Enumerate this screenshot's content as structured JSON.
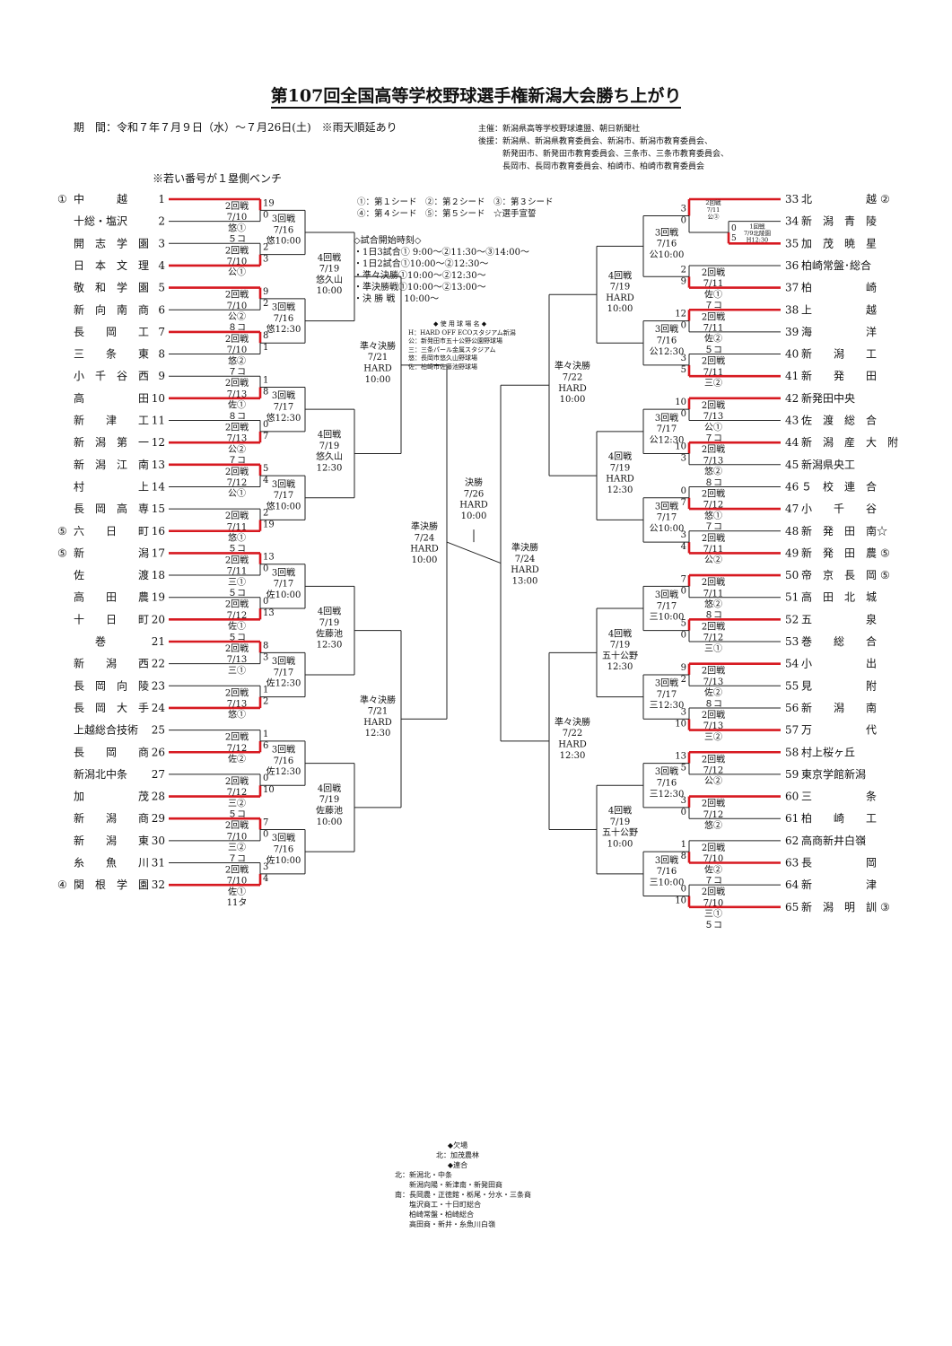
{
  "header": {
    "title": "第107回全国高等学校野球選手権新潟大会勝ち上がり",
    "period": "期　間：令和７年７月９日（水）～７月26日(土)　※雨天順延あり",
    "organizers": [
      "主催：新潟県高等学校野球連盟、朝日新聞社",
      "後援：新潟県、新潟県教育委員会、新潟市、新潟市教育委員会、",
      "　　　新発田市、新発田市教育委員会、三条市、三条市教育委員会、",
      "　　　長岡市、長岡市教育委員会、柏崎市、柏崎市教育委員会"
    ],
    "bench_note": "※若い番号が１塁側ベンチ"
  },
  "legend": {
    "seeds": [
      "①：第１シード　②：第２シード　③：第３シード",
      "④：第４シード　⑤：第５シード　☆選手宣誓"
    ],
    "start_title": "◇試合開始時刻◇",
    "start_times": [
      "・1日3試合① 9:00～②11:30～③14:00～",
      "・1日2試合①10:00～②12:30～",
      "・準々決勝①10:00～②12:30～",
      "・準決勝戦①10:00～②13:00～",
      "・決 勝 戦　10:00～"
    ],
    "venue_title": "◆ 使 用 球 場 名 ◆",
    "venues": [
      "H：HARD OFF ECOスタジアム新潟",
      "公：新発田市五十公野公園野球場",
      "三：三条パール金属スタジアム",
      "悠：長岡市悠久山野球場",
      "佐：柏崎市佐藤池野球場"
    ],
    "absent_title": "◆欠場",
    "absent": "北：加茂農林",
    "joint_title": "◆連合",
    "joint": [
      "北：新潟北・中条",
      "　　新潟向陽・新津南・新発田商",
      "南：長岡農・正徳館・栃尾・分水・三条商",
      "　　塩沢商工・十日町総合",
      "　　柏崎常盤・柏崎総合",
      "　　高田商・新井・糸魚川白嶺"
    ]
  },
  "teams": [
    {
      "n": 1,
      "name": "中　　　越",
      "seed": "①",
      "mark": ""
    },
    {
      "n": 2,
      "name": "十総・塩沢",
      "seed": "",
      "mark": ""
    },
    {
      "n": 3,
      "name": "開　志　学　園",
      "seed": "",
      "mark": ""
    },
    {
      "n": 4,
      "name": "日　本　文　理",
      "seed": "",
      "mark": ""
    },
    {
      "n": 5,
      "name": "敬　和　学　園",
      "seed": "",
      "mark": ""
    },
    {
      "n": 6,
      "name": "新　向　南　商",
      "seed": "",
      "mark": ""
    },
    {
      "n": 7,
      "name": "長　　岡　　工",
      "seed": "",
      "mark": ""
    },
    {
      "n": 8,
      "name": "三　　条　　東",
      "seed": "",
      "mark": ""
    },
    {
      "n": 9,
      "name": "小　千　谷　西",
      "seed": "",
      "mark": ""
    },
    {
      "n": 10,
      "name": "高　　　　　田",
      "seed": "",
      "mark": ""
    },
    {
      "n": 11,
      "name": "新　　津　　工",
      "seed": "",
      "mark": ""
    },
    {
      "n": 12,
      "name": "新　潟　第　一",
      "seed": "",
      "mark": ""
    },
    {
      "n": 13,
      "name": "新　潟　江　南",
      "seed": "",
      "mark": ""
    },
    {
      "n": 14,
      "name": "村　　　　　上",
      "seed": "",
      "mark": ""
    },
    {
      "n": 15,
      "name": "長　岡　高　専",
      "seed": "",
      "mark": ""
    },
    {
      "n": 16,
      "name": "六　　日　　町",
      "seed": "⑤",
      "mark": ""
    },
    {
      "n": 17,
      "name": "新　　　　　潟",
      "seed": "⑤",
      "mark": ""
    },
    {
      "n": 18,
      "name": "佐　　　　　渡",
      "seed": "",
      "mark": ""
    },
    {
      "n": 19,
      "name": "高　　田　　農",
      "seed": "",
      "mark": ""
    },
    {
      "n": 20,
      "name": "十　　日　　町",
      "seed": "",
      "mark": ""
    },
    {
      "n": 21,
      "name": "　　巻　　　",
      "seed": "",
      "mark": ""
    },
    {
      "n": 22,
      "name": "新　　潟　　西",
      "seed": "",
      "mark": ""
    },
    {
      "n": 23,
      "name": "長　岡　向　陵",
      "seed": "",
      "mark": ""
    },
    {
      "n": 24,
      "name": "長　岡　大　手",
      "seed": "",
      "mark": ""
    },
    {
      "n": 25,
      "name": "上越総合技術",
      "seed": "",
      "mark": ""
    },
    {
      "n": 26,
      "name": "長　　岡　　商",
      "seed": "",
      "mark": ""
    },
    {
      "n": 27,
      "name": "新潟北中条",
      "seed": "",
      "mark": ""
    },
    {
      "n": 28,
      "name": "加　　　　　茂",
      "seed": "",
      "mark": ""
    },
    {
      "n": 29,
      "name": "新　　潟　　商",
      "seed": "",
      "mark": ""
    },
    {
      "n": 30,
      "name": "新　　潟　　東",
      "seed": "",
      "mark": ""
    },
    {
      "n": 31,
      "name": "糸　　魚　　川",
      "seed": "",
      "mark": ""
    },
    {
      "n": 32,
      "name": "関　根　学　園",
      "seed": "④",
      "mark": ""
    },
    {
      "n": 33,
      "name": "北　　　　　越",
      "seed": "②",
      "mark": ""
    },
    {
      "n": 34,
      "name": "新　潟　青　陵",
      "seed": "",
      "mark": ""
    },
    {
      "n": 35,
      "name": "加　茂　暁　星",
      "seed": "",
      "mark": ""
    },
    {
      "n": 36,
      "name": "柏崎常盤･総合",
      "seed": "",
      "mark": ""
    },
    {
      "n": 37,
      "name": "柏　　　　　崎",
      "seed": "",
      "mark": ""
    },
    {
      "n": 38,
      "name": "上　　　　　越",
      "seed": "",
      "mark": ""
    },
    {
      "n": 39,
      "name": "海　　　　　洋",
      "seed": "",
      "mark": ""
    },
    {
      "n": 40,
      "name": "新　　潟　　工",
      "seed": "",
      "mark": ""
    },
    {
      "n": 41,
      "name": "新　　発　　田",
      "seed": "",
      "mark": ""
    },
    {
      "n": 42,
      "name": "新発田中央",
      "seed": "",
      "mark": ""
    },
    {
      "n": 43,
      "name": "佐　渡　総　合",
      "seed": "",
      "mark": ""
    },
    {
      "n": 44,
      "name": "新　潟　産　大　附",
      "seed": "",
      "mark": ""
    },
    {
      "n": 45,
      "name": "新潟県央工",
      "seed": "",
      "mark": ""
    },
    {
      "n": 46,
      "name": "５　校　連　合",
      "seed": "",
      "mark": ""
    },
    {
      "n": 47,
      "name": "小　　千　　谷",
      "seed": "",
      "mark": ""
    },
    {
      "n": 48,
      "name": "新　発　田　南",
      "seed": "",
      "mark": "☆"
    },
    {
      "n": 49,
      "name": "新　発　田　農",
      "seed": "⑤",
      "mark": ""
    },
    {
      "n": 50,
      "name": "帝　京　長　岡",
      "seed": "⑤",
      "mark": ""
    },
    {
      "n": 51,
      "name": "高　田　北　城",
      "seed": "",
      "mark": ""
    },
    {
      "n": 52,
      "name": "五　　　　　泉",
      "seed": "",
      "mark": ""
    },
    {
      "n": 53,
      "name": "巻　　総　　合",
      "seed": "",
      "mark": ""
    },
    {
      "n": 54,
      "name": "小　　　　　出",
      "seed": "",
      "mark": ""
    },
    {
      "n": 55,
      "name": "見　　　　　附",
      "seed": "",
      "mark": ""
    },
    {
      "n": 56,
      "name": "新　　潟　　南",
      "seed": "",
      "mark": ""
    },
    {
      "n": 57,
      "name": "万　　　　　代",
      "seed": "",
      "mark": ""
    },
    {
      "n": 58,
      "name": "村上桜ヶ丘",
      "seed": "",
      "mark": ""
    },
    {
      "n": 59,
      "name": "東京学館新潟",
      "seed": "",
      "mark": ""
    },
    {
      "n": 60,
      "name": "三　　　　　条",
      "seed": "",
      "mark": ""
    },
    {
      "n": 61,
      "name": "柏　　崎　　工",
      "seed": "",
      "mark": ""
    },
    {
      "n": 62,
      "name": "高商新井白嶺",
      "seed": "",
      "mark": ""
    },
    {
      "n": 63,
      "name": "長　　　　　岡",
      "seed": "",
      "mark": ""
    },
    {
      "n": 64,
      "name": "新　　　　　津",
      "seed": "",
      "mark": ""
    },
    {
      "n": 65,
      "name": "新　潟　明　訓",
      "seed": "③",
      "mark": ""
    }
  ],
  "r2_left": [
    {
      "a": 1,
      "b": 2,
      "info": [
        "2回戦",
        "7/10",
        "悠①",
        "５コ"
      ],
      "sa": "19",
      "sb": "0",
      "w": "a"
    },
    {
      "a": 3,
      "b": 4,
      "info": [
        "2回戦",
        "7/10",
        "公①",
        ""
      ],
      "sa": "2",
      "sb": "3",
      "w": "b"
    },
    {
      "a": 5,
      "b": 6,
      "info": [
        "2回戦",
        "7/10",
        "公②",
        "８コ"
      ],
      "sa": "9",
      "sb": "2",
      "w": "a"
    },
    {
      "a": 7,
      "b": 8,
      "info": [
        "2回戦",
        "7/10",
        "悠②",
        "７コ"
      ],
      "sa": "8",
      "sb": "1",
      "w": "a"
    },
    {
      "a": 9,
      "b": 10,
      "info": [
        "2回戦",
        "7/13",
        "佐①",
        "８コ"
      ],
      "sa": "1",
      "sb": "8",
      "w": "b"
    },
    {
      "a": 11,
      "b": 12,
      "info": [
        "2回戦",
        "7/13",
        "公②",
        "７コ"
      ],
      "sa": "0",
      "sb": "7",
      "w": "b"
    },
    {
      "a": 13,
      "b": 14,
      "info": [
        "2回戦",
        "7/12",
        "公①",
        ""
      ],
      "sa": "5",
      "sb": "4",
      "w": "a"
    },
    {
      "a": 15,
      "b": 16,
      "info": [
        "2回戦",
        "7/11",
        "悠①",
        "５コ"
      ],
      "sa": "2",
      "sb": "19",
      "w": "b"
    },
    {
      "a": 17,
      "b": 18,
      "info": [
        "2回戦",
        "7/11",
        "三①",
        "５コ"
      ],
      "sa": "13",
      "sb": "0",
      "w": "a"
    },
    {
      "a": 19,
      "b": 20,
      "info": [
        "2回戦",
        "7/12",
        "佐①",
        "５コ"
      ],
      "sa": "0",
      "sb": "13",
      "w": "b"
    },
    {
      "a": 21,
      "b": 22,
      "info": [
        "2回戦",
        "7/13",
        "三①",
        ""
      ],
      "sa": "8",
      "sb": "3",
      "w": "a"
    },
    {
      "a": 23,
      "b": 24,
      "info": [
        "2回戦",
        "7/13",
        "悠①",
        ""
      ],
      "sa": "1",
      "sb": "2",
      "w": "b"
    },
    {
      "a": 25,
      "b": 26,
      "info": [
        "2回戦",
        "7/12",
        "佐②",
        ""
      ],
      "sa": "1",
      "sb": "6",
      "w": "b"
    },
    {
      "a": 27,
      "b": 28,
      "info": [
        "2回戦",
        "7/12",
        "三②",
        "５コ"
      ],
      "sa": "0",
      "sb": "10",
      "w": "b"
    },
    {
      "a": 29,
      "b": 30,
      "info": [
        "2回戦",
        "7/10",
        "三②",
        "７コ"
      ],
      "sa": "7",
      "sb": "0",
      "w": "a"
    },
    {
      "a": 31,
      "b": 32,
      "info": [
        "2回戦",
        "7/10",
        "佐①",
        "11タ"
      ],
      "sa": "3",
      "sb": "4",
      "w": "b"
    }
  ],
  "r3_left": [
    {
      "info": [
        "3回戦",
        "7/16",
        "悠10:00"
      ]
    },
    {
      "info": [
        "3回戦",
        "7/16",
        "悠12:30"
      ]
    },
    {
      "info": [
        "3回戦",
        "7/17",
        "悠12:30"
      ]
    },
    {
      "info": [
        "3回戦",
        "7/17",
        "悠10:00"
      ]
    },
    {
      "info": [
        "3回戦",
        "7/17",
        "佐10:00"
      ]
    },
    {
      "info": [
        "3回戦",
        "7/17",
        "佐12:30"
      ]
    },
    {
      "info": [
        "3回戦",
        "7/16",
        "佐12:30"
      ]
    },
    {
      "info": [
        "3回戦",
        "7/16",
        "佐10:00"
      ]
    }
  ],
  "r4_left": [
    {
      "info": [
        "4回戦",
        "7/19",
        "悠久山",
        "10:00"
      ]
    },
    {
      "info": [
        "4回戦",
        "7/19",
        "悠久山",
        "12:30"
      ]
    },
    {
      "info": [
        "4回戦",
        "7/19",
        "佐藤池",
        "12:30"
      ]
    },
    {
      "info": [
        "4回戦",
        "7/19",
        "佐藤池",
        "10:00"
      ]
    }
  ],
  "r1_right": {
    "info": [
      "1回戦",
      "7/9北陵園",
      "H12:30"
    ],
    "s34": "0",
    "s35": "5"
  },
  "r2_right": [
    {
      "a": 33,
      "b": 34,
      "info": [
        "2回戦",
        "7/11",
        "公③",
        ""
      ],
      "sa": "3",
      "sb": "0",
      "w": "a"
    },
    {
      "a": 36,
      "b": 37,
      "info": [
        "2回戦",
        "7/11",
        "佐①",
        "７コ"
      ],
      "sa": "2",
      "sb": "9",
      "w": "b"
    },
    {
      "a": 38,
      "b": 39,
      "info": [
        "2回戦",
        "7/11",
        "佐②",
        "５コ"
      ],
      "sa": "12",
      "sb": "0",
      "w": "a"
    },
    {
      "a": 40,
      "b": 41,
      "info": [
        "2回戦",
        "7/11",
        "三②",
        ""
      ],
      "sa": "3",
      "sb": "5",
      "w": "b"
    },
    {
      "a": 42,
      "b": 43,
      "info": [
        "2回戦",
        "7/13",
        "公①",
        "７コ"
      ],
      "sa": "10",
      "sb": "0",
      "w": "a"
    },
    {
      "a": 44,
      "b": 45,
      "info": [
        "2回戦",
        "7/13",
        "悠②",
        "８コ"
      ],
      "sa": "10",
      "sb": "3",
      "w": "a"
    },
    {
      "a": 46,
      "b": 47,
      "info": [
        "2回戦",
        "7/12",
        "悠①",
        "７コ"
      ],
      "sa": "0",
      "sb": "7",
      "w": "b"
    },
    {
      "a": 48,
      "b": 49,
      "info": [
        "2回戦",
        "7/11",
        "公②",
        ""
      ],
      "sa": "3",
      "sb": "4",
      "w": "b"
    },
    {
      "a": 50,
      "b": 51,
      "info": [
        "2回戦",
        "7/11",
        "悠②",
        "８コ"
      ],
      "sa": "7",
      "sb": "0",
      "w": "a"
    },
    {
      "a": 52,
      "b": 53,
      "info": [
        "2回戦",
        "7/12",
        "三①",
        ""
      ],
      "sa": "5",
      "sb": "0",
      "w": "a"
    },
    {
      "a": 54,
      "b": 55,
      "info": [
        "2回戦",
        "7/13",
        "佐②",
        "８コ"
      ],
      "sa": "9",
      "sb": "2",
      "w": "a"
    },
    {
      "a": 56,
      "b": 57,
      "info": [
        "2回戦",
        "7/13",
        "三②",
        ""
      ],
      "sa": "3",
      "sb": "10",
      "w": "b"
    },
    {
      "a": 58,
      "b": 59,
      "info": [
        "2回戦",
        "7/12",
        "公②",
        ""
      ],
      "sa": "13",
      "sb": "5",
      "w": "a"
    },
    {
      "a": 60,
      "b": 61,
      "info": [
        "2回戦",
        "7/12",
        "悠②",
        ""
      ],
      "sa": "3",
      "sb": "0",
      "w": "a"
    },
    {
      "a": 62,
      "b": 63,
      "info": [
        "2回戦",
        "7/10",
        "佐②",
        "７コ"
      ],
      "sa": "1",
      "sb": "8",
      "w": "b"
    },
    {
      "a": 64,
      "b": 65,
      "info": [
        "2回戦",
        "7/10",
        "三①",
        "５コ"
      ],
      "sa": "0",
      "sb": "10",
      "w": "b"
    }
  ],
  "r3_right": [
    {
      "info": [
        "3回戦",
        "7/16",
        "公10:00"
      ]
    },
    {
      "info": [
        "3回戦",
        "7/16",
        "公12:30"
      ]
    },
    {
      "info": [
        "3回戦",
        "7/17",
        "公12:30"
      ]
    },
    {
      "info": [
        "3回戦",
        "7/17",
        "公10:00"
      ]
    },
    {
      "info": [
        "3回戦",
        "7/17",
        "三10:00"
      ]
    },
    {
      "info": [
        "3回戦",
        "7/17",
        "三12:30"
      ]
    },
    {
      "info": [
        "3回戦",
        "7/16",
        "三12:30"
      ]
    },
    {
      "info": [
        "3回戦",
        "7/16",
        "三10:00"
      ]
    }
  ],
  "r4_right": [
    {
      "info": [
        "4回戦",
        "7/19",
        "HARD",
        "10:00"
      ]
    },
    {
      "info": [
        "4回戦",
        "7/19",
        "HARD",
        "12:30"
      ]
    },
    {
      "info": [
        "4回戦",
        "7/19",
        "五十公野",
        "12:30"
      ]
    },
    {
      "info": [
        "4回戦",
        "7/19",
        "五十公野",
        "10:00"
      ]
    }
  ],
  "qf_left": [
    {
      "info": [
        "準々決勝",
        "7/21",
        "HARD",
        "10:00"
      ]
    },
    {
      "info": [
        "準々決勝",
        "7/21",
        "HARD",
        "12:30"
      ]
    }
  ],
  "qf_right": [
    {
      "info": [
        "準々決勝",
        "7/22",
        "HARD",
        "10:00"
      ]
    },
    {
      "info": [
        "準々決勝",
        "7/22",
        "HARD",
        "12:30"
      ]
    }
  ],
  "sf_left": {
    "info": [
      "準決勝",
      "7/24",
      "HARD",
      "10:00"
    ]
  },
  "sf_right": {
    "info": [
      "準決勝",
      "7/24",
      "HARD",
      "13:00"
    ]
  },
  "final": {
    "info": [
      "決勝",
      "7/26",
      "HARD",
      "10:00"
    ]
  },
  "colors": {
    "win": "#d71920",
    "line": "#222222",
    "text": "#111111"
  }
}
